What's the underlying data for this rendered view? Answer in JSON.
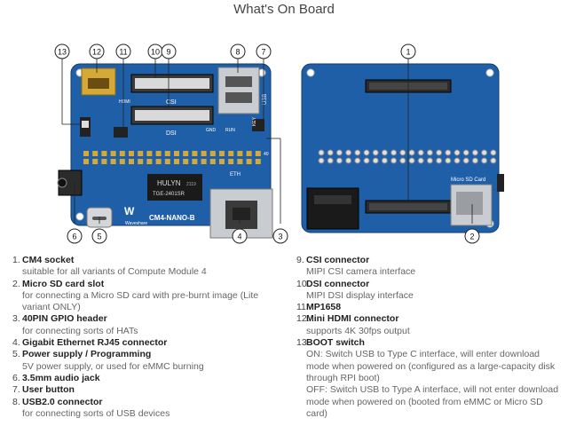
{
  "title": "What's On Board",
  "board": {
    "chip_label_1": "HULYN",
    "chip_label_2": "TGE-2401SR",
    "chip_label_3": "2119",
    "model_name": "CM4-NANO-B",
    "brand": "Waveshare",
    "csi": "CSI",
    "dsi": "DSI",
    "hdmi": "HDMI",
    "eth": "ETH",
    "usb": "USB",
    "key": "KEY",
    "gnd": "GND",
    "run": "RUN",
    "pin40": "40",
    "microsd": "Micro SD Card"
  },
  "callouts": [
    "13",
    "12",
    "11",
    "10",
    "9",
    "8",
    "7",
    "6",
    "5",
    "4",
    "3",
    "1",
    "2"
  ],
  "items_left": [
    {
      "num": "1.",
      "name": "CM4 socket",
      "desc": "suitable for all variants of Compute Module 4"
    },
    {
      "num": "2.",
      "name": "Micro SD card slot",
      "desc": "for connecting a Micro SD card with pre-burnt image (Lite variant ONLY)"
    },
    {
      "num": "3.",
      "name": "40PIN GPIO header",
      "desc": "for connecting sorts of HATs"
    },
    {
      "num": "4.",
      "name": "Gigabit Ethernet RJ45 connector",
      "desc": ""
    },
    {
      "num": "5.",
      "name": "Power supply / Programming",
      "desc": "5V power supply, or used for eMMC burning"
    },
    {
      "num": "6.",
      "name": "3.5mm audio jack",
      "desc": ""
    },
    {
      "num": "7.",
      "name": "User button",
      "desc": ""
    },
    {
      "num": "8.",
      "name": "USB2.0 connector",
      "desc": "for connecting sorts of USB devices"
    }
  ],
  "items_right": [
    {
      "num": "9.",
      "name": "CSI connector",
      "desc": "MIPI CSI camera interface"
    },
    {
      "num": "10.",
      "name": "DSI connector",
      "desc": "MIPI DSI display interface"
    },
    {
      "num": "11.",
      "name": "MP1658",
      "desc": ""
    },
    {
      "num": "12.",
      "name": "Mini HDMI connector",
      "desc": "supports 4K 30fps output"
    },
    {
      "num": "13.",
      "name": "BOOT switch",
      "desc": "ON: Switch USB to Type C interface, will enter download mode when powered on (configured as a large-capacity disk through RPI boot)",
      "desc2": "OFF: Switch USB to Type A interface, will not enter download mode when powered on (booted from eMMC or Micro SD card)"
    }
  ],
  "colors": {
    "board": "#1f5fa8",
    "board_dark": "#174b86",
    "silk": "#ffffff",
    "metal": "#c9ccd0",
    "gold": "#d4a93a"
  }
}
